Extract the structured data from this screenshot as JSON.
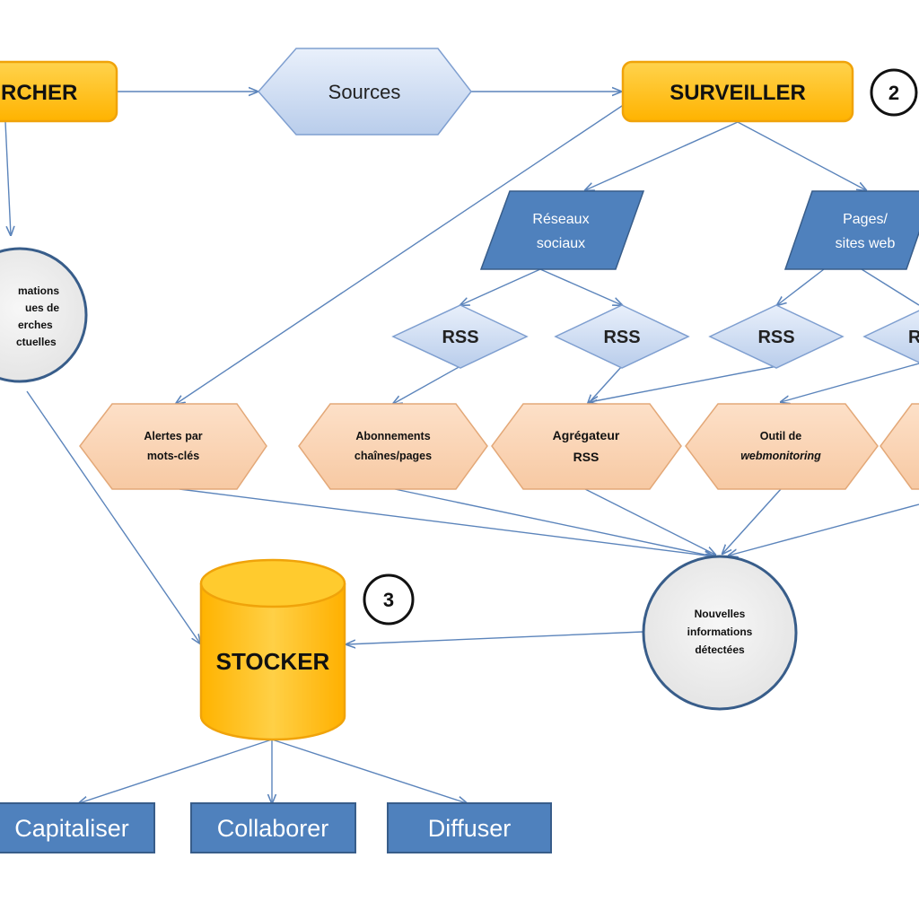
{
  "nodes": {
    "rechercher": "RCHER",
    "sources": "Sources",
    "surveiller": "SURVEILLER",
    "step2": "2",
    "reseaux_l1": "Réseaux",
    "reseaux_l2": "sociaux",
    "pages_l1": "Pages/",
    "pages_l2": "sites web",
    "rss1": "RSS",
    "rss2": "RSS",
    "rss3": "RSS",
    "rss4": "R",
    "info_l1": "mations",
    "info_l2": "ues de",
    "info_l3": "erches",
    "info_l4": "ctuelles",
    "alertes_l1": "Alertes par",
    "alertes_l2": "mots-clés",
    "abonnements_l1": "Abonnements",
    "abonnements_l2": "chaînes/pages",
    "agregateur_l1": "Agrégateur",
    "agregateur_l2": "RSS",
    "outil_l1": "Outil de",
    "outil_l2": "webmonitoring",
    "nouvelles_l1": "Nouvelles",
    "nouvelles_l2": "informations",
    "nouvelles_l3": "détectées",
    "stocker": "STOCKER",
    "step3": "3",
    "capitaliser": "Capitaliser",
    "collaborer": "Collaborer",
    "diffuser": "Diffuser"
  },
  "colors": {
    "orange_fill": "#ffc000",
    "orange_stroke": "#f39c12",
    "blue_light": "#d6e4f7",
    "blue_dark": "#4f81bd",
    "peach": "#fbd4b4",
    "arrow": "#5b84bb",
    "circle_fill": "#f0f0f0",
    "circle_stroke": "#385d8a"
  }
}
